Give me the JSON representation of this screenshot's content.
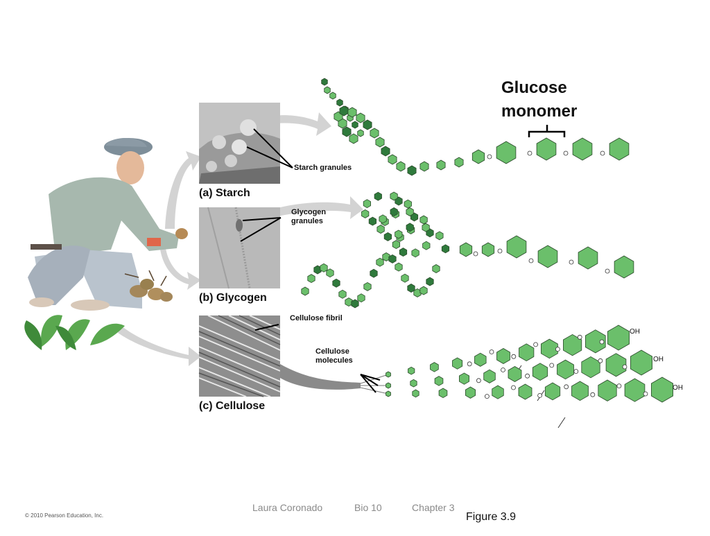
{
  "labels": {
    "glucose_monomer": "Glucose\nmonomer",
    "starch_panel": "(a) Starch",
    "glycogen_panel": "(b) Glycogen",
    "cellulose_panel": "(c) Cellulose",
    "starch_granules": "Starch granules",
    "glycogen_granules": "Glycogen\ngranules",
    "cellulose_fibril": "Cellulose fibril",
    "cellulose_molecules": "Cellulose\nmolecules",
    "oh": "OH"
  },
  "footer": {
    "author": "Laura Coronado",
    "course": "Bio 10",
    "chapter": "Chapter 3",
    "figure": "Figure 3.9",
    "copyright": "© 2010 Pearson Education, Inc."
  },
  "colors": {
    "light_green": "#6bbf6b",
    "dark_green": "#2f7a3c",
    "arrow_gray": "#d0d0d0"
  }
}
